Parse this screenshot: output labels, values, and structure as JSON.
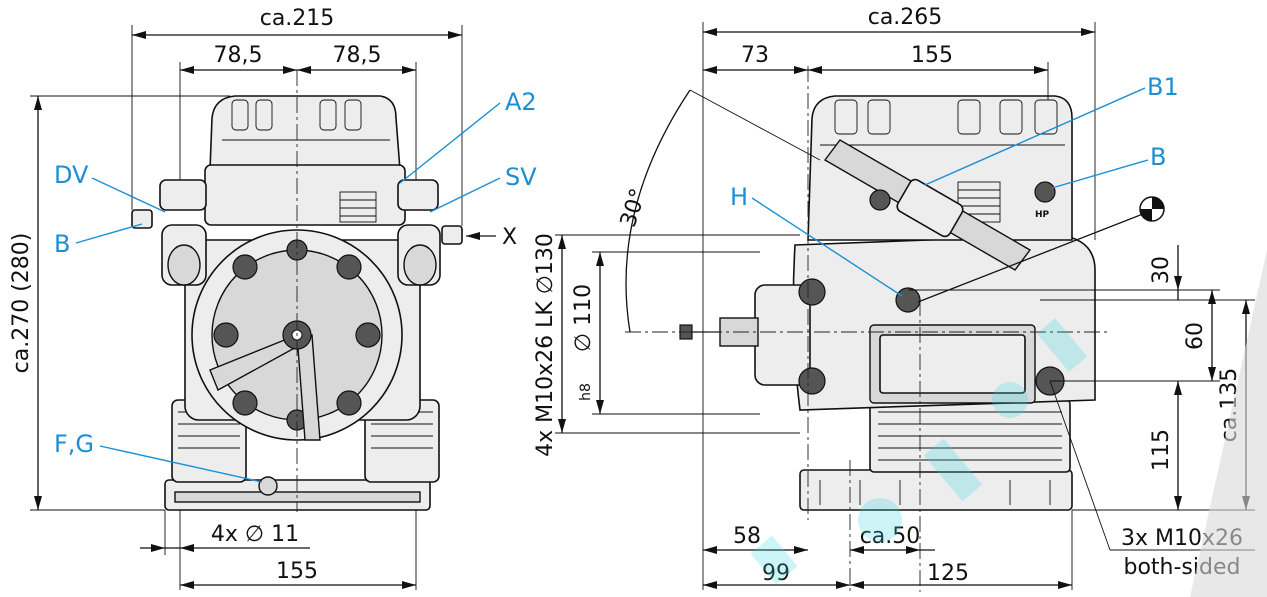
{
  "dimensions": {
    "left_total_width": "ca.215",
    "left_offset_1": "78,5",
    "left_offset_2": "78,5",
    "left_height": "ca.270 (280)",
    "left_hole": "4x ∅ 11",
    "left_base": "155",
    "right_total_width": "ca.265",
    "right_offset_1": "73",
    "right_offset_2": "155",
    "right_angle": "30°",
    "right_bolt_circle": "4x M10x26 LK ∅130",
    "right_pilot_main": "∅ 110",
    "right_pilot_tol": "h8",
    "right_v_30": "30",
    "right_v_60": "60",
    "right_v_115": "115",
    "right_v_135": "ca.135",
    "right_b_58": "58",
    "right_b_50": "ca.50",
    "right_b_99": "99",
    "right_b_125": "125",
    "right_thread_1": "3x M10x26",
    "right_thread_2": "both-sided"
  },
  "callouts": {
    "dv": "DV",
    "b_left": "B",
    "a2": "A2",
    "sv": "SV",
    "x": "X",
    "fg": "F,G",
    "b1": "B1",
    "b_right": "B",
    "h": "H"
  },
  "colors": {
    "callout": "#1a8fd6",
    "watermark": "#38d4e0"
  },
  "labels": {
    "hp": "HP"
  },
  "icons": {
    "center_of_gravity": "center-of-gravity-icon"
  }
}
